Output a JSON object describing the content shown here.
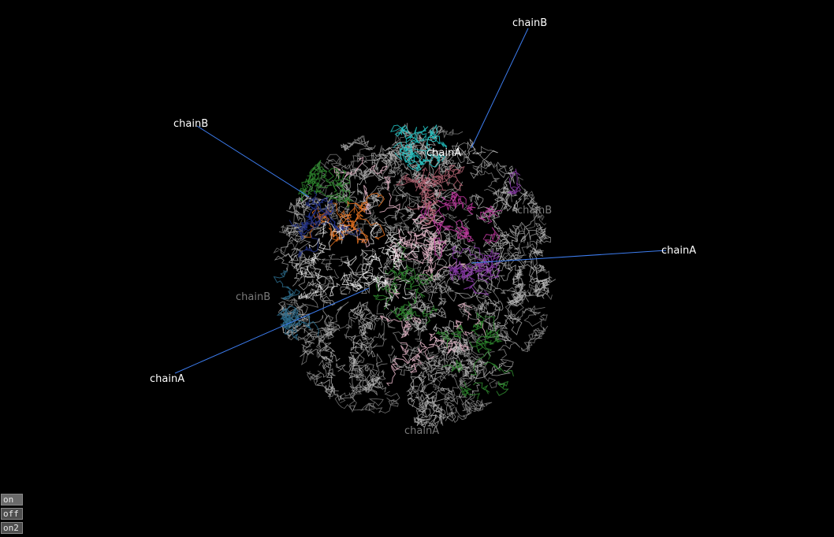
{
  "labels": [
    {
      "text": "chainB",
      "dim": false
    },
    {
      "text": "chainB",
      "dim": false
    },
    {
      "text": "chainA",
      "dim": false
    },
    {
      "text": "chainB",
      "dim": true
    },
    {
      "text": "chainA",
      "dim": false
    },
    {
      "text": "chainB",
      "dim": true
    },
    {
      "text": "chainA",
      "dim": false
    },
    {
      "text": "chainA",
      "dim": true
    }
  ],
  "controls": {
    "on_label": "on",
    "off_label": "off",
    "on2_label": "on2"
  },
  "colors": {
    "background": "#000000",
    "label_text": "#ffffff",
    "dim_label_text": "#7a7a7a",
    "leader_line": "#3d7df0",
    "backbone": "#b8b8b8",
    "pink": "#e3b4c6",
    "green": "#2f8a2f",
    "cyan": "#22c3c3",
    "purple": "#8a3aa8",
    "magenta": "#c03aa0",
    "orange": "#e07020",
    "blue": "#22338a",
    "teal": "#2a6a8a",
    "rose": "#b06070"
  }
}
